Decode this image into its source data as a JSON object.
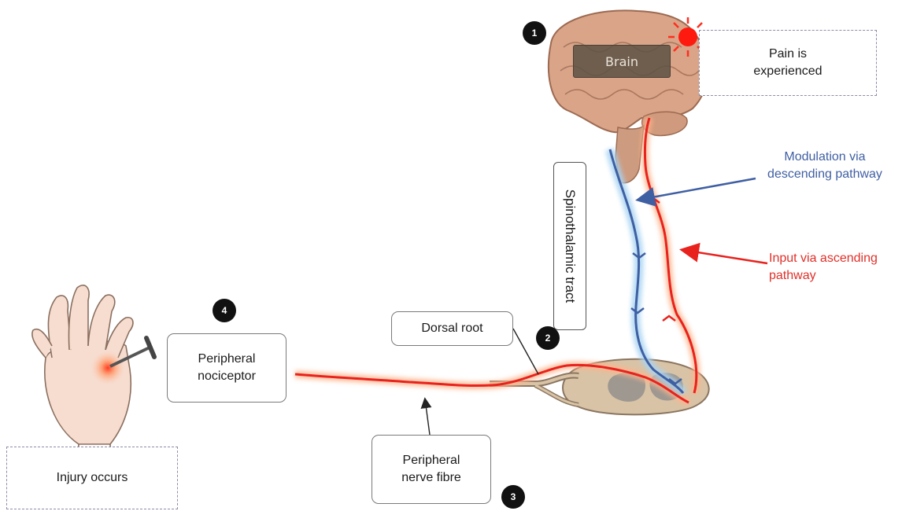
{
  "labels": {
    "brain": "Brain",
    "pain": "Pain is\nexperienced",
    "modulation": "Modulation via\ndescending pathway",
    "input": "Input via ascending\npathway",
    "spinothalamic": "Spinothalamic tract",
    "dorsal_root": "Dorsal root",
    "nociceptor": "Peripheral\nnociceptor",
    "nerve_fibre": "Peripheral\nnerve fibre",
    "injury": "Injury occurs"
  },
  "steps": [
    "1",
    "2",
    "3",
    "4"
  ],
  "colors": {
    "ascending": "#e8221d",
    "descending": "#3f5fa3",
    "glow_red": "#ffb38a",
    "glow_blue": "#a9d4f2",
    "brain": "#d9a487",
    "spinal_cord": "#d9c3a6"
  },
  "icons": [
    "hand-illustration",
    "nail-icon",
    "brain-illustration",
    "sun-burst-icon",
    "spinal-cord-cross-section"
  ]
}
